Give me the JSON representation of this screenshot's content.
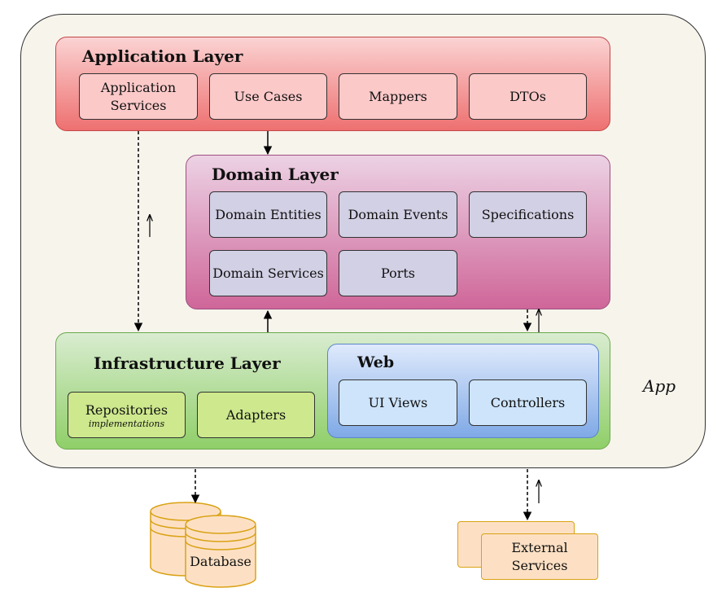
{
  "app": {
    "label": "App"
  },
  "application_layer": {
    "title": "Application Layer",
    "boxes": [
      "Application Services",
      "Use Cases",
      "Mappers",
      "DTOs"
    ]
  },
  "domain_layer": {
    "title": "Domain Layer",
    "boxes": [
      "Domain Entities",
      "Domain Events",
      "Specifications",
      "Domain Services",
      "Ports"
    ]
  },
  "infrastructure_layer": {
    "title": "Infrastructure Layer",
    "repositories": {
      "label": "Repositories",
      "sublabel": "implementations"
    },
    "adapters": "Adapters"
  },
  "web": {
    "title": "Web",
    "boxes": [
      "UI Views",
      "Controllers"
    ]
  },
  "external": {
    "database": "Database",
    "external_services": "External Services"
  },
  "colors": {
    "app_bg": "#f7f4ec",
    "application_layer": "#ee7070",
    "domain_layer": "#cf6699",
    "infrastructure_layer": "#8fcf68",
    "web_layer": "#7fa9e6",
    "external": "#fde0c4"
  }
}
